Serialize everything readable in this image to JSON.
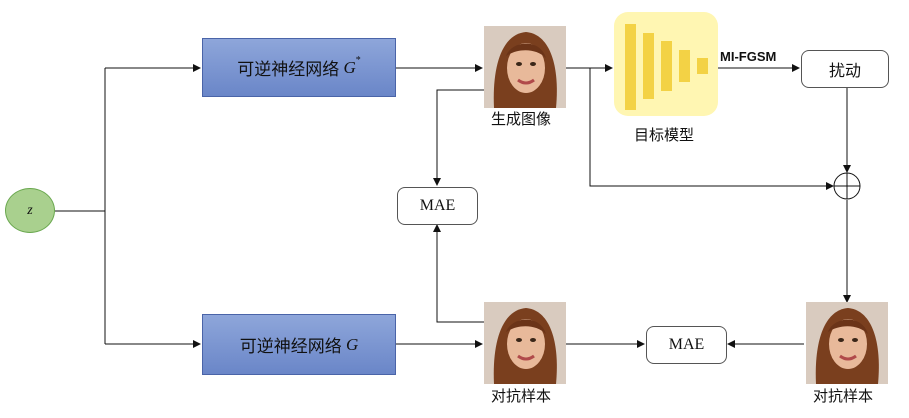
{
  "latent": {
    "label": "z"
  },
  "inn_top": {
    "label": "可逆神经网络",
    "symbol": "G",
    "sup": "*"
  },
  "inn_bottom": {
    "label": "可逆神经网络",
    "symbol": "G"
  },
  "generated_image": {
    "caption": "生成图像"
  },
  "target_model": {
    "caption": "目标模型",
    "edge_label": "MI-FGSM"
  },
  "perturbation": {
    "label": "扰动"
  },
  "mae_top": {
    "label": "MAE"
  },
  "mae_bottom": {
    "label": "MAE"
  },
  "adv_sample_mid": {
    "caption": "对抗样本"
  },
  "adv_sample_right": {
    "caption": "对抗样本"
  }
}
